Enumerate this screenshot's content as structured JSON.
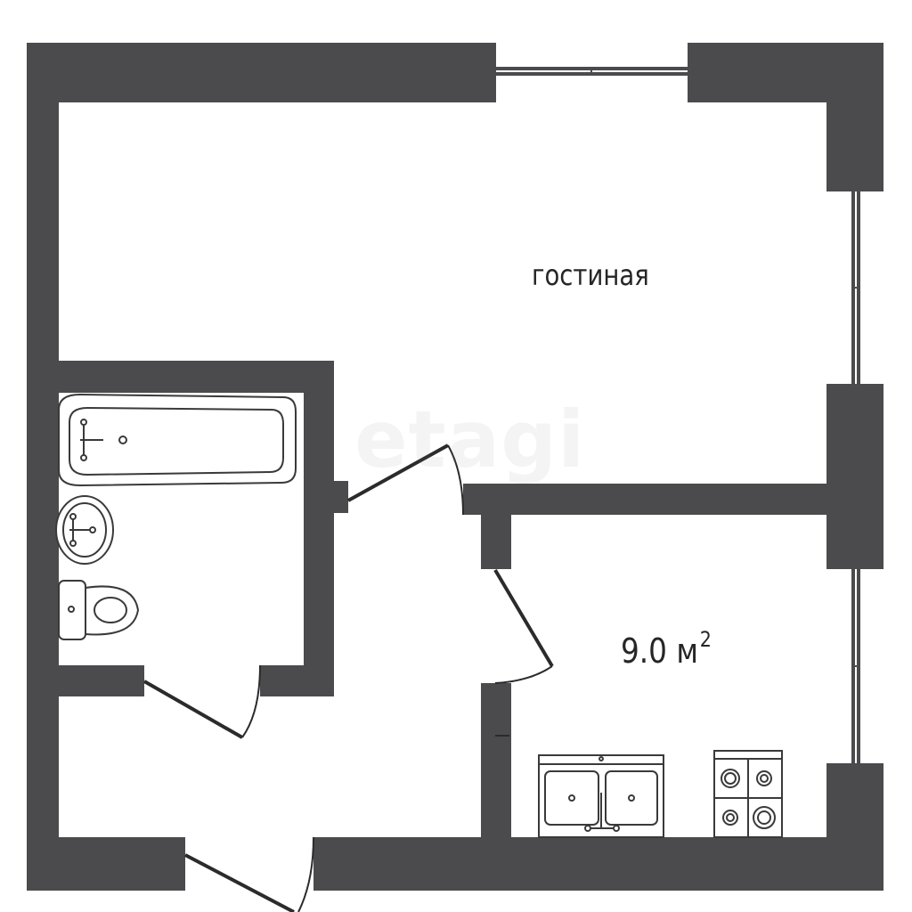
{
  "rooms": {
    "living_label": "гостиная",
    "kitchen_area": "9.0 м",
    "kitchen_area_unit_sup": "2"
  },
  "watermark": "etagi",
  "colors": {
    "wall": "#4b4b4d",
    "fixture_stroke": "#3a3a3a",
    "background": "#ffffff",
    "label": "#262626"
  }
}
